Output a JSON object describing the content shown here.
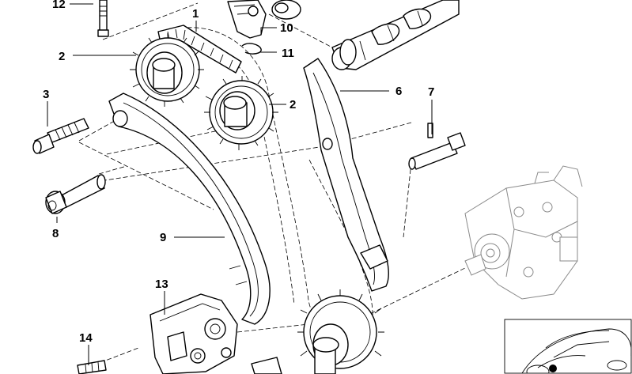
{
  "callouts": [
    {
      "id": "c1",
      "label": "1"
    },
    {
      "id": "c2a",
      "label": "2"
    },
    {
      "id": "c2b",
      "label": "2"
    },
    {
      "id": "c3",
      "label": "3"
    },
    {
      "id": "c6",
      "label": "6"
    },
    {
      "id": "c7",
      "label": "7"
    },
    {
      "id": "c8",
      "label": "8"
    },
    {
      "id": "c9",
      "label": "9"
    },
    {
      "id": "c10",
      "label": "10"
    },
    {
      "id": "c11",
      "label": "11"
    },
    {
      "id": "c12",
      "label": "12"
    },
    {
      "id": "c13",
      "label": "13"
    },
    {
      "id": "c14",
      "label": "14"
    }
  ]
}
